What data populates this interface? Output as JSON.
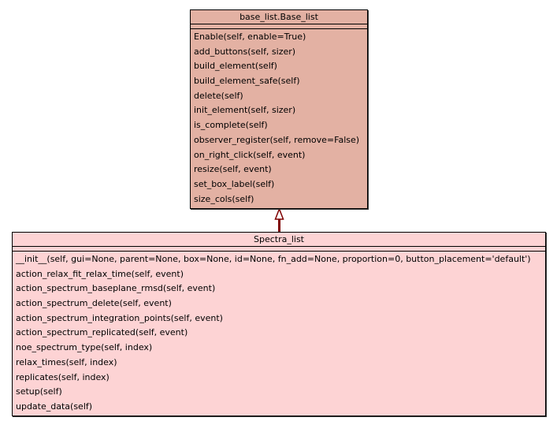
{
  "classes": {
    "base": {
      "name": "base_list.Base_list",
      "fill": "#e3b1a3",
      "methods": [
        "Enable(self, enable=True)",
        "add_buttons(self, sizer)",
        "build_element(self)",
        "build_element_safe(self)",
        "delete(self)",
        "init_element(self, sizer)",
        "is_complete(self)",
        "observer_register(self, remove=False)",
        "on_right_click(self, event)",
        "resize(self, event)",
        "set_box_label(self)",
        "size_cols(self)"
      ]
    },
    "spectra": {
      "name": "Spectra_list",
      "fill": "#fdd3d4",
      "methods": [
        "__init__(self, gui=None, parent=None, box=None, id=None, fn_add=None, proportion=0, button_placement='default')",
        "action_relax_fit_relax_time(self, event)",
        "action_spectrum_baseplane_rmsd(self, event)",
        "action_spectrum_delete(self, event)",
        "action_spectrum_integration_points(self, event)",
        "action_spectrum_replicated(self, event)",
        "noe_spectrum_type(self, index)",
        "relax_times(self, index)",
        "replicates(self, index)",
        "setup(self)",
        "update_data(self)"
      ]
    }
  },
  "relations": [
    {
      "type": "inheritance",
      "from": "Spectra_list",
      "to": "base_list.Base_list",
      "color": "#7f0000"
    }
  ]
}
